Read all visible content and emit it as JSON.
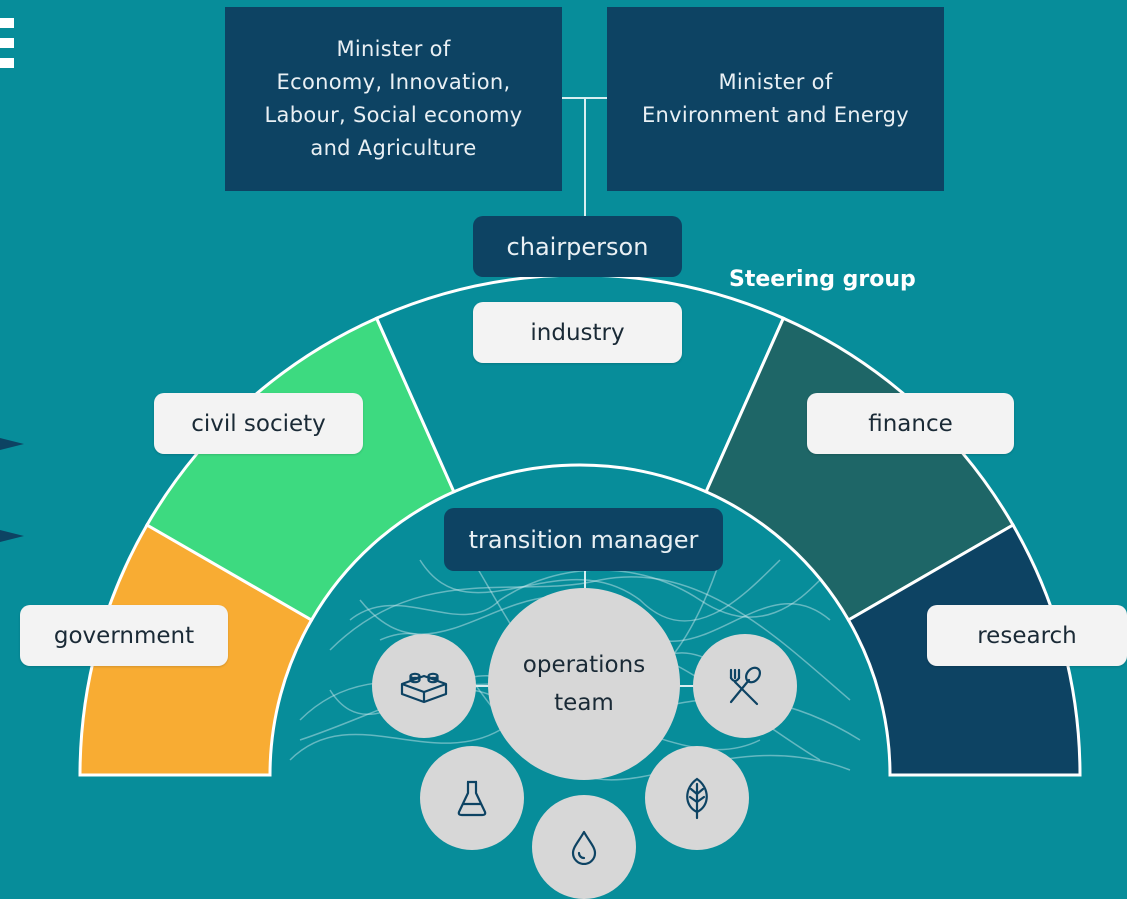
{
  "ministers": {
    "left": "Minister of\nEconomy, Innovation,\nLabour, Social economy\nand Agriculture",
    "right": "Minister of\nEnvironment and Energy"
  },
  "chairperson": "chairperson",
  "steering_group_label": "Steering group",
  "stakeholders": {
    "industry": "industry",
    "civil_society": "civil society",
    "finance": "finance",
    "government": "government",
    "research": "research"
  },
  "transition_manager": "transition manager",
  "operations_team": "operations\nteam",
  "icons": [
    "lego-brick-icon",
    "fork-spoon-icon",
    "flask-icon",
    "leaf-icon",
    "water-drop-icon"
  ],
  "colors": {
    "background": "#078d9a",
    "navy": "#0d4363",
    "government": "#f8ac33",
    "civil_society": "#3dda80",
    "industry": "#078d9a",
    "finance": "#1e6667",
    "research": "#0d4363",
    "pill": "#f3f3f3",
    "circle": "#d7d7d7"
  }
}
